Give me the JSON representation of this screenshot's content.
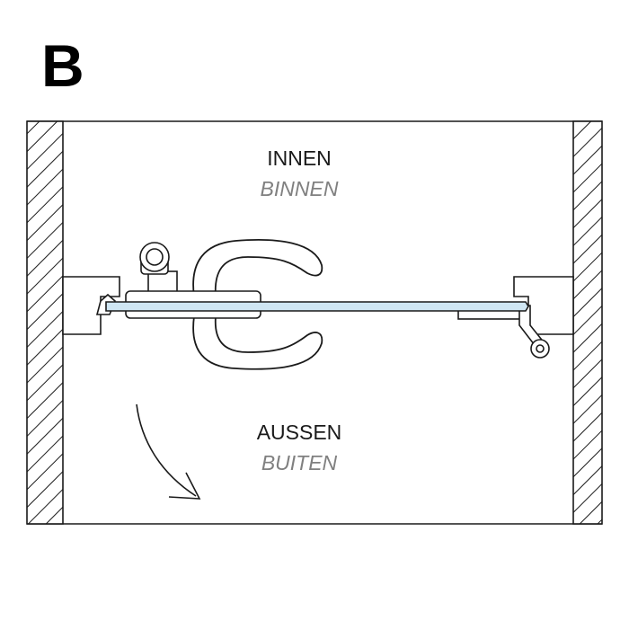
{
  "panel_letter": "B",
  "labels": {
    "inside_de": "INNEN",
    "inside_nl": "BINNEN",
    "outside_de": "AUSSEN",
    "outside_nl": "BUITEN"
  },
  "colors": {
    "stroke": "#1a1a1a",
    "glass": "#cfe6f3",
    "secondary_text": "#808080"
  }
}
